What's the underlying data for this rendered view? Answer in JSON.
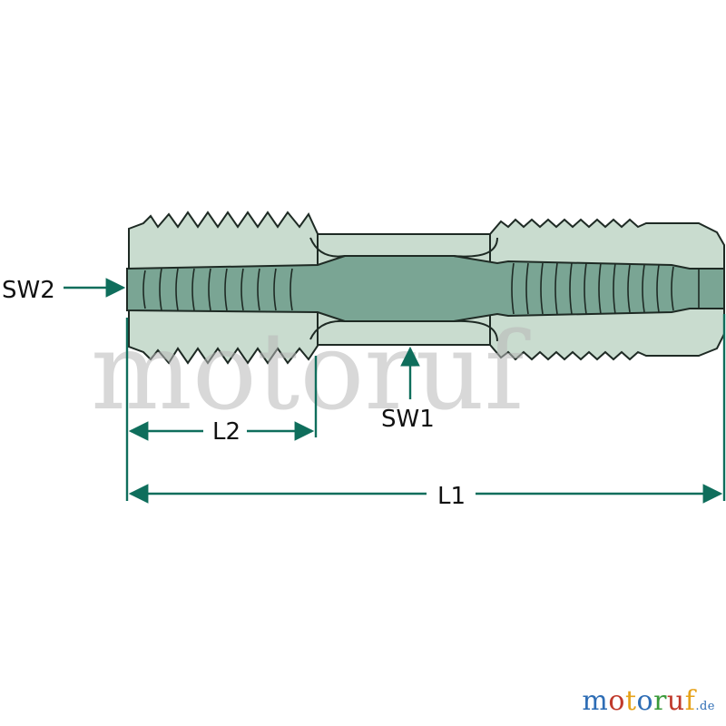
{
  "labels": {
    "sw2": "SW2",
    "sw1": "SW1",
    "l2": "L2",
    "l1": "L1"
  },
  "watermark": "motoruf",
  "logo": {
    "letters": [
      {
        "ch": "m",
        "color": "#2e6db5"
      },
      {
        "ch": "o",
        "color": "#c0392b"
      },
      {
        "ch": "t",
        "color": "#e6a21a"
      },
      {
        "ch": "o",
        "color": "#2e6db5"
      },
      {
        "ch": "r",
        "color": "#3a9a3a"
      },
      {
        "ch": "u",
        "color": "#c0392b"
      },
      {
        "ch": "f",
        "color": "#e6a21a"
      }
    ],
    "suffix": ".de"
  },
  "colors": {
    "body": "#c9dccf",
    "core": "#7aa594",
    "outline": "#1e2a24",
    "dimension": "#0f6e5c"
  }
}
